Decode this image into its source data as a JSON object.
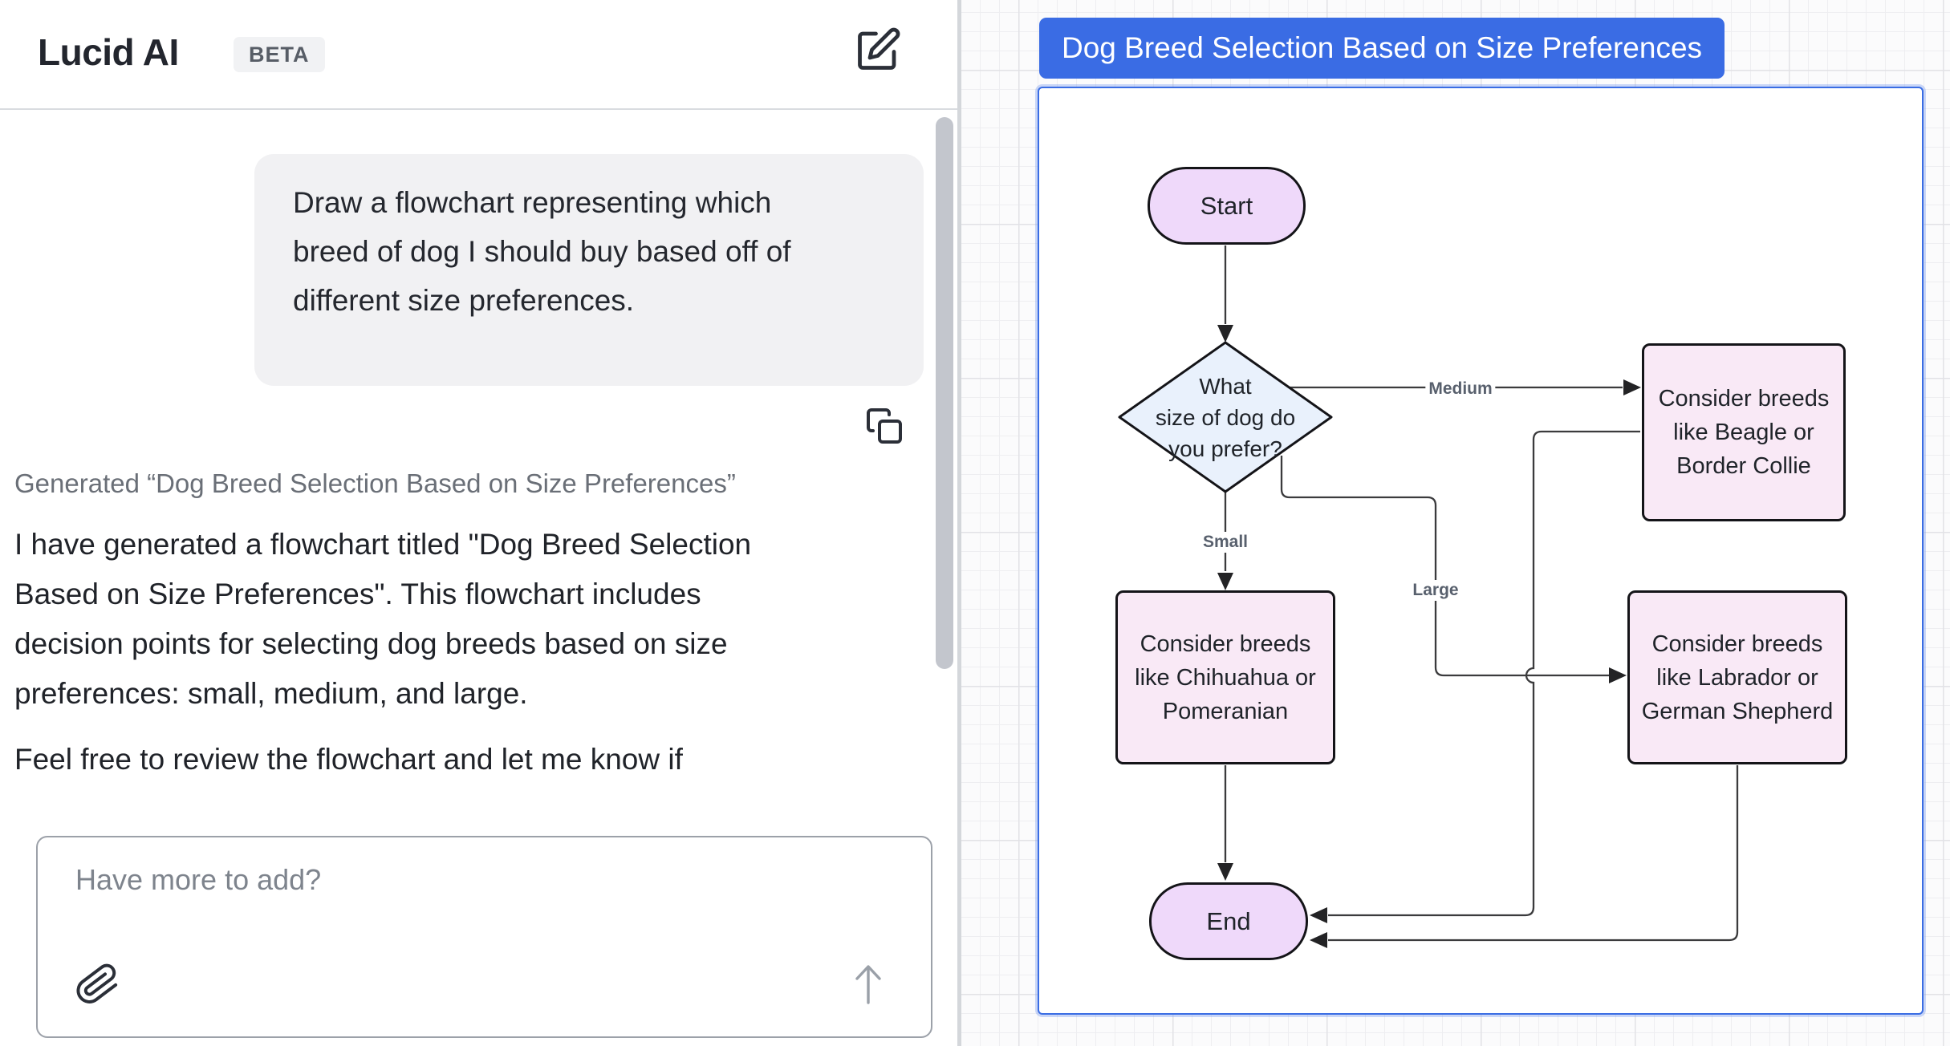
{
  "chat": {
    "brand": "Lucid AI",
    "beta_badge": "BETA",
    "user_message": "Draw a flowchart representing which breed of dog I should buy based off of different size preferences.",
    "generated_note": "Generated “Dog Breed Selection Based on Size Preferences”",
    "assistant_paragraph": "I have generated a flowchart titled \"Dog Breed Selection Based on Size Preferences\". This flowchart includes decision points for selecting dog breeds based on size preferences: small, medium, and large.",
    "assistant_followup": "Feel free to review the flowchart and let me know if",
    "input_placeholder": "Have more to add?",
    "icons": {
      "header": "compose-icon",
      "message": "copy-icon",
      "input_left": "paperclip-icon",
      "input_right": "send-arrow-icon"
    }
  },
  "canvas": {
    "title": "Dog Breed Selection Based on Size Preferences",
    "colors": {
      "accent_blue": "#3a6ce4",
      "terminator_fill": "#efd9fa",
      "decision_fill": "#e9f1fc",
      "process_fill": "#f9e9f6",
      "node_stroke": "#141418",
      "edge_stroke": "#3b3b3d",
      "edge_label_color": "#58606d"
    },
    "nodes": [
      {
        "id": "start",
        "type": "terminator",
        "label": "Start"
      },
      {
        "id": "decision",
        "type": "decision",
        "label": "What\nsize of dog do\nyou prefer?"
      },
      {
        "id": "medium-breeds",
        "type": "process",
        "label": "Consider breeds\nlike Beagle or\nBorder Collie"
      },
      {
        "id": "small-breeds",
        "type": "process",
        "label": "Consider breeds\nlike Chihuahua or\nPomeranian"
      },
      {
        "id": "large-breeds",
        "type": "process",
        "label": "Consider breeds\nlike Labrador or\nGerman Shepherd"
      },
      {
        "id": "end",
        "type": "terminator",
        "label": "End"
      }
    ],
    "edges": [
      {
        "from": "start",
        "to": "decision",
        "label": ""
      },
      {
        "from": "decision",
        "to": "medium-breeds",
        "label": "Medium"
      },
      {
        "from": "decision",
        "to": "small-breeds",
        "label": "Small"
      },
      {
        "from": "decision",
        "to": "large-breeds",
        "label": "Large"
      },
      {
        "from": "small-breeds",
        "to": "end",
        "label": ""
      },
      {
        "from": "medium-breeds",
        "to": "end",
        "label": ""
      },
      {
        "from": "large-breeds",
        "to": "end",
        "label": ""
      }
    ],
    "edge_labels": {
      "medium": "Medium",
      "small": "Small",
      "large": "Large"
    }
  }
}
